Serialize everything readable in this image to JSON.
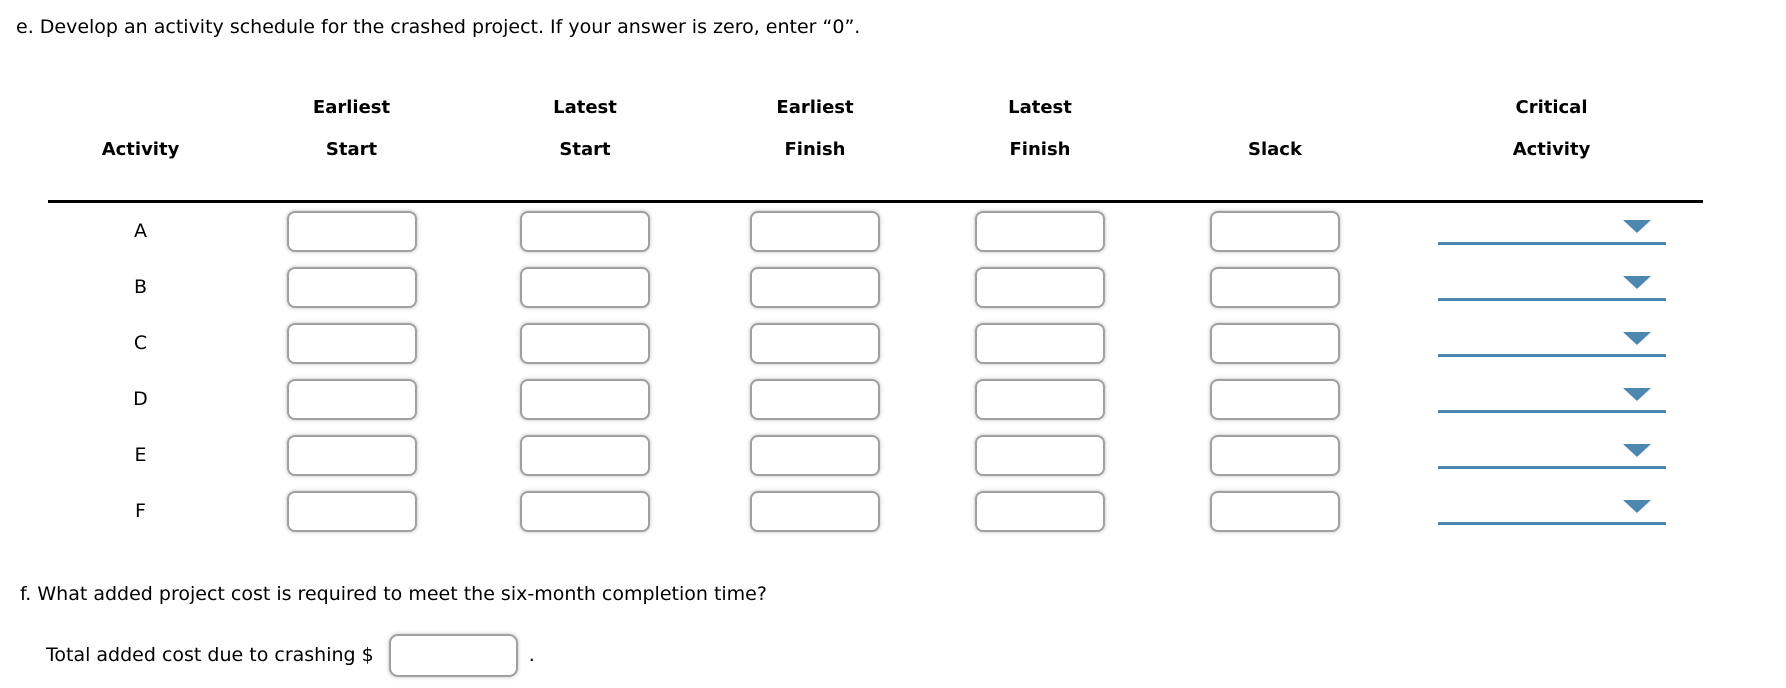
{
  "question_e": {
    "text": "e. Develop an activity schedule for the crashed project. If your answer is zero, enter “0”."
  },
  "table": {
    "columns": [
      {
        "line1": "",
        "line2": "Activity"
      },
      {
        "line1": "Earliest",
        "line2": "Start"
      },
      {
        "line1": "Latest",
        "line2": "Start"
      },
      {
        "line1": "Earliest",
        "line2": "Finish"
      },
      {
        "line1": "Latest",
        "line2": "Finish"
      },
      {
        "line1": "",
        "line2": "Slack"
      },
      {
        "line1": "Critical",
        "line2": "Activity"
      }
    ],
    "rows": [
      {
        "activity": "A",
        "earliest_start": "",
        "latest_start": "",
        "earliest_finish": "",
        "latest_finish": "",
        "slack": "",
        "critical_activity": ""
      },
      {
        "activity": "B",
        "earliest_start": "",
        "latest_start": "",
        "earliest_finish": "",
        "latest_finish": "",
        "slack": "",
        "critical_activity": ""
      },
      {
        "activity": "C",
        "earliest_start": "",
        "latest_start": "",
        "earliest_finish": "",
        "latest_finish": "",
        "slack": "",
        "critical_activity": ""
      },
      {
        "activity": "D",
        "earliest_start": "",
        "latest_start": "",
        "earliest_finish": "",
        "latest_finish": "",
        "slack": "",
        "critical_activity": ""
      },
      {
        "activity": "E",
        "earliest_start": "",
        "latest_start": "",
        "earliest_finish": "",
        "latest_finish": "",
        "slack": "",
        "critical_activity": ""
      },
      {
        "activity": "F",
        "earliest_start": "",
        "latest_start": "",
        "earliest_finish": "",
        "latest_finish": "",
        "slack": "",
        "critical_activity": ""
      }
    ]
  },
  "question_f": {
    "text": "f. What added project cost is required to meet the six-month completion time?"
  },
  "total_cost": {
    "label": "Total added cost due to crashing $",
    "value": "",
    "suffix": "."
  },
  "colors": {
    "dropdown_blue": "#4d86ae",
    "input_border": "#a0a0a0",
    "header_rule": "#000000"
  }
}
